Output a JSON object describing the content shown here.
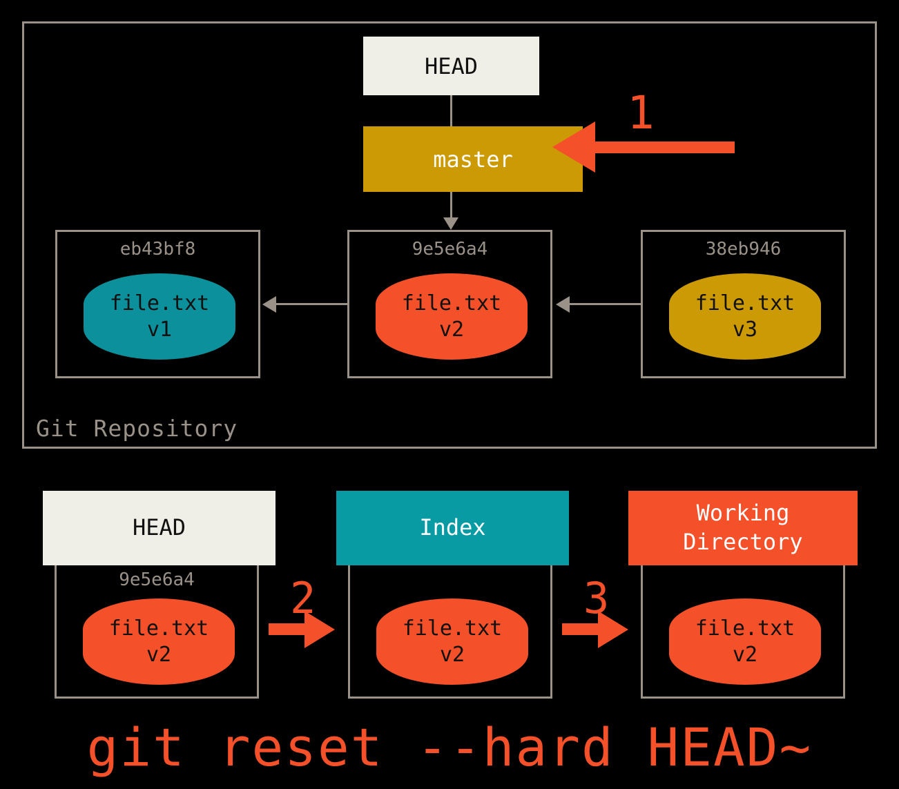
{
  "repository": {
    "label": "Git Repository",
    "head_label": "HEAD",
    "branch_label": "master",
    "commits": [
      {
        "hash": "eb43bf8",
        "file": "file.txt",
        "version": "v1",
        "color": "#0c909b"
      },
      {
        "hash": "9e5e6a4",
        "file": "file.txt",
        "version": "v2",
        "color": "#f4502a"
      },
      {
        "hash": "38eb946",
        "file": "file.txt",
        "version": "v3",
        "color": "#cc9a04"
      }
    ]
  },
  "steps": {
    "one": "1",
    "two": "2",
    "three": "3"
  },
  "areas": [
    {
      "title": "HEAD",
      "title_line2": "",
      "hash": "9e5e6a4",
      "file": "file.txt",
      "version": "v2",
      "header_bg": "#efefe7",
      "header_fg": "#111111",
      "blob_color": "#f4502a"
    },
    {
      "title": "Index",
      "title_line2": "",
      "hash": "",
      "file": "file.txt",
      "version": "v2",
      "header_bg": "#089ba3",
      "header_fg": "#ffffff",
      "blob_color": "#f4502a"
    },
    {
      "title": "Working",
      "title_line2": "Directory",
      "hash": "",
      "file": "file.txt",
      "version": "v2",
      "header_bg": "#f4502a",
      "header_fg": "#ffffff",
      "blob_color": "#f4502a"
    }
  ],
  "command": "git reset --hard HEAD~",
  "colors": {
    "background": "#000000",
    "frame": "#9a9189",
    "teal": "#0c909b",
    "gold": "#cc9a04",
    "red": "#f4502a",
    "cream": "#efefe7"
  }
}
